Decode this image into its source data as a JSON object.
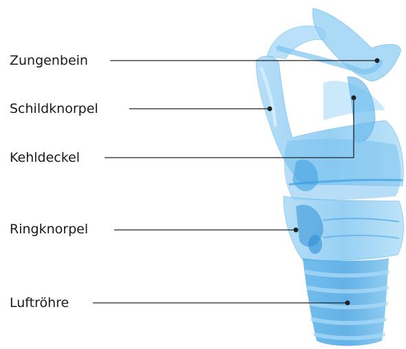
{
  "diagram": {
    "labels": [
      {
        "id": "hyoid",
        "text": "Zungenbein"
      },
      {
        "id": "thyroid",
        "text": "Schildknorpel"
      },
      {
        "id": "epiglottis",
        "text": "Kehldeckel"
      },
      {
        "id": "cricoid",
        "text": "Ringknorpel"
      },
      {
        "id": "trachea",
        "text": "Luftröhre"
      }
    ],
    "colors": {
      "cartilage_light": "#bfe3f8",
      "cartilage_mid": "#7cc3ef",
      "cartilage_dark": "#3d9ee0",
      "leader_line": "#222222",
      "label_text": "#1a1a1a"
    }
  }
}
